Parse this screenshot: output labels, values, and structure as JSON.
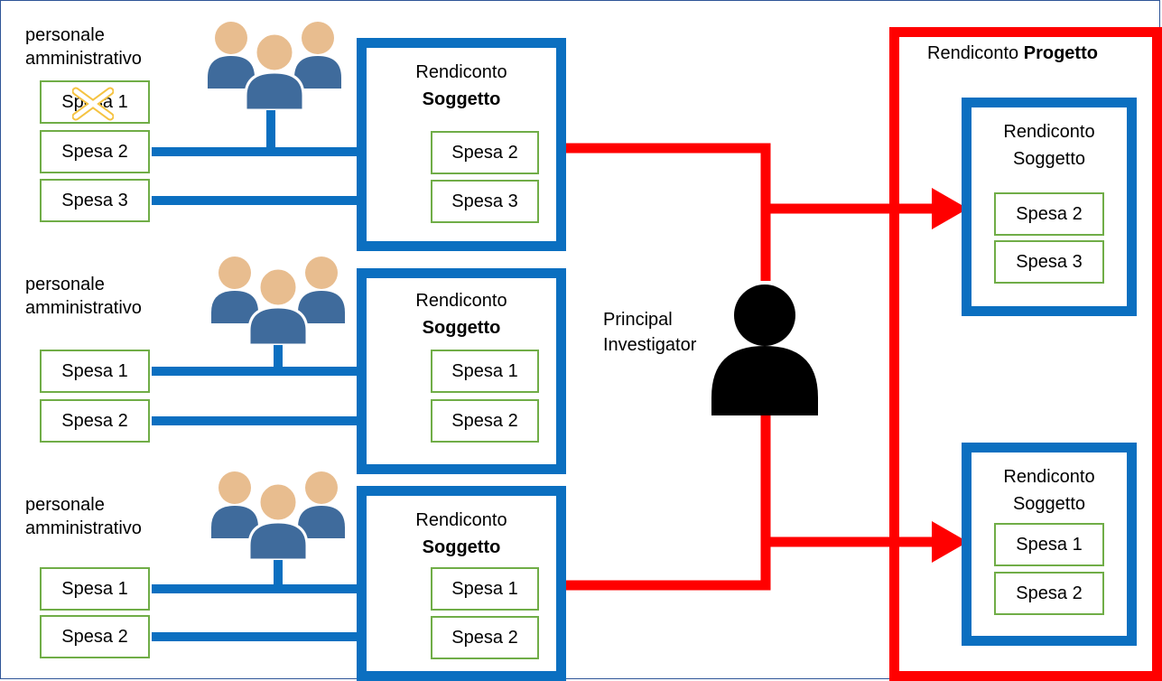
{
  "colors": {
    "blue": "#0b6fc0",
    "red": "#ff0000",
    "green": "#70ad47",
    "skin": "#e8bd8f",
    "body": "#3f6b9c"
  },
  "groups": [
    {
      "staff_label_1": "personale",
      "staff_label_2": "amministrativo",
      "spese": [
        "Spesa 1",
        "Spesa 2",
        "Spesa 3"
      ],
      "report_title_1": "Rendiconto",
      "report_title_2": "Soggetto",
      "report_items": [
        "Spesa 2",
        "Spesa 3"
      ]
    },
    {
      "staff_label_1": "personale",
      "staff_label_2": "amministrativo",
      "spese": [
        "Spesa 1",
        "Spesa 2"
      ],
      "report_title_1": "Rendiconto",
      "report_title_2": "Soggetto",
      "report_items": [
        "Spesa 1",
        "Spesa 2"
      ]
    },
    {
      "staff_label_1": "personale",
      "staff_label_2": "amministrativo",
      "spese": [
        "Spesa 1",
        "Spesa 2"
      ],
      "report_title_1": "Rendiconto",
      "report_title_2": "Soggetto",
      "report_items": [
        "Spesa 1",
        "Spesa 2"
      ]
    }
  ],
  "pi": {
    "label_1": "Principal",
    "label_2": "Investigator"
  },
  "project": {
    "title_1": "Rendiconto",
    "title_2": "Progetto",
    "reports": [
      {
        "title_1": "Rendiconto",
        "title_2": "Soggetto",
        "items": [
          "Spesa 2",
          "Spesa 3"
        ]
      },
      {
        "title_1": "Rendiconto",
        "title_2": "Soggetto",
        "items": [
          "Spesa 1",
          "Spesa 2"
        ]
      }
    ]
  }
}
